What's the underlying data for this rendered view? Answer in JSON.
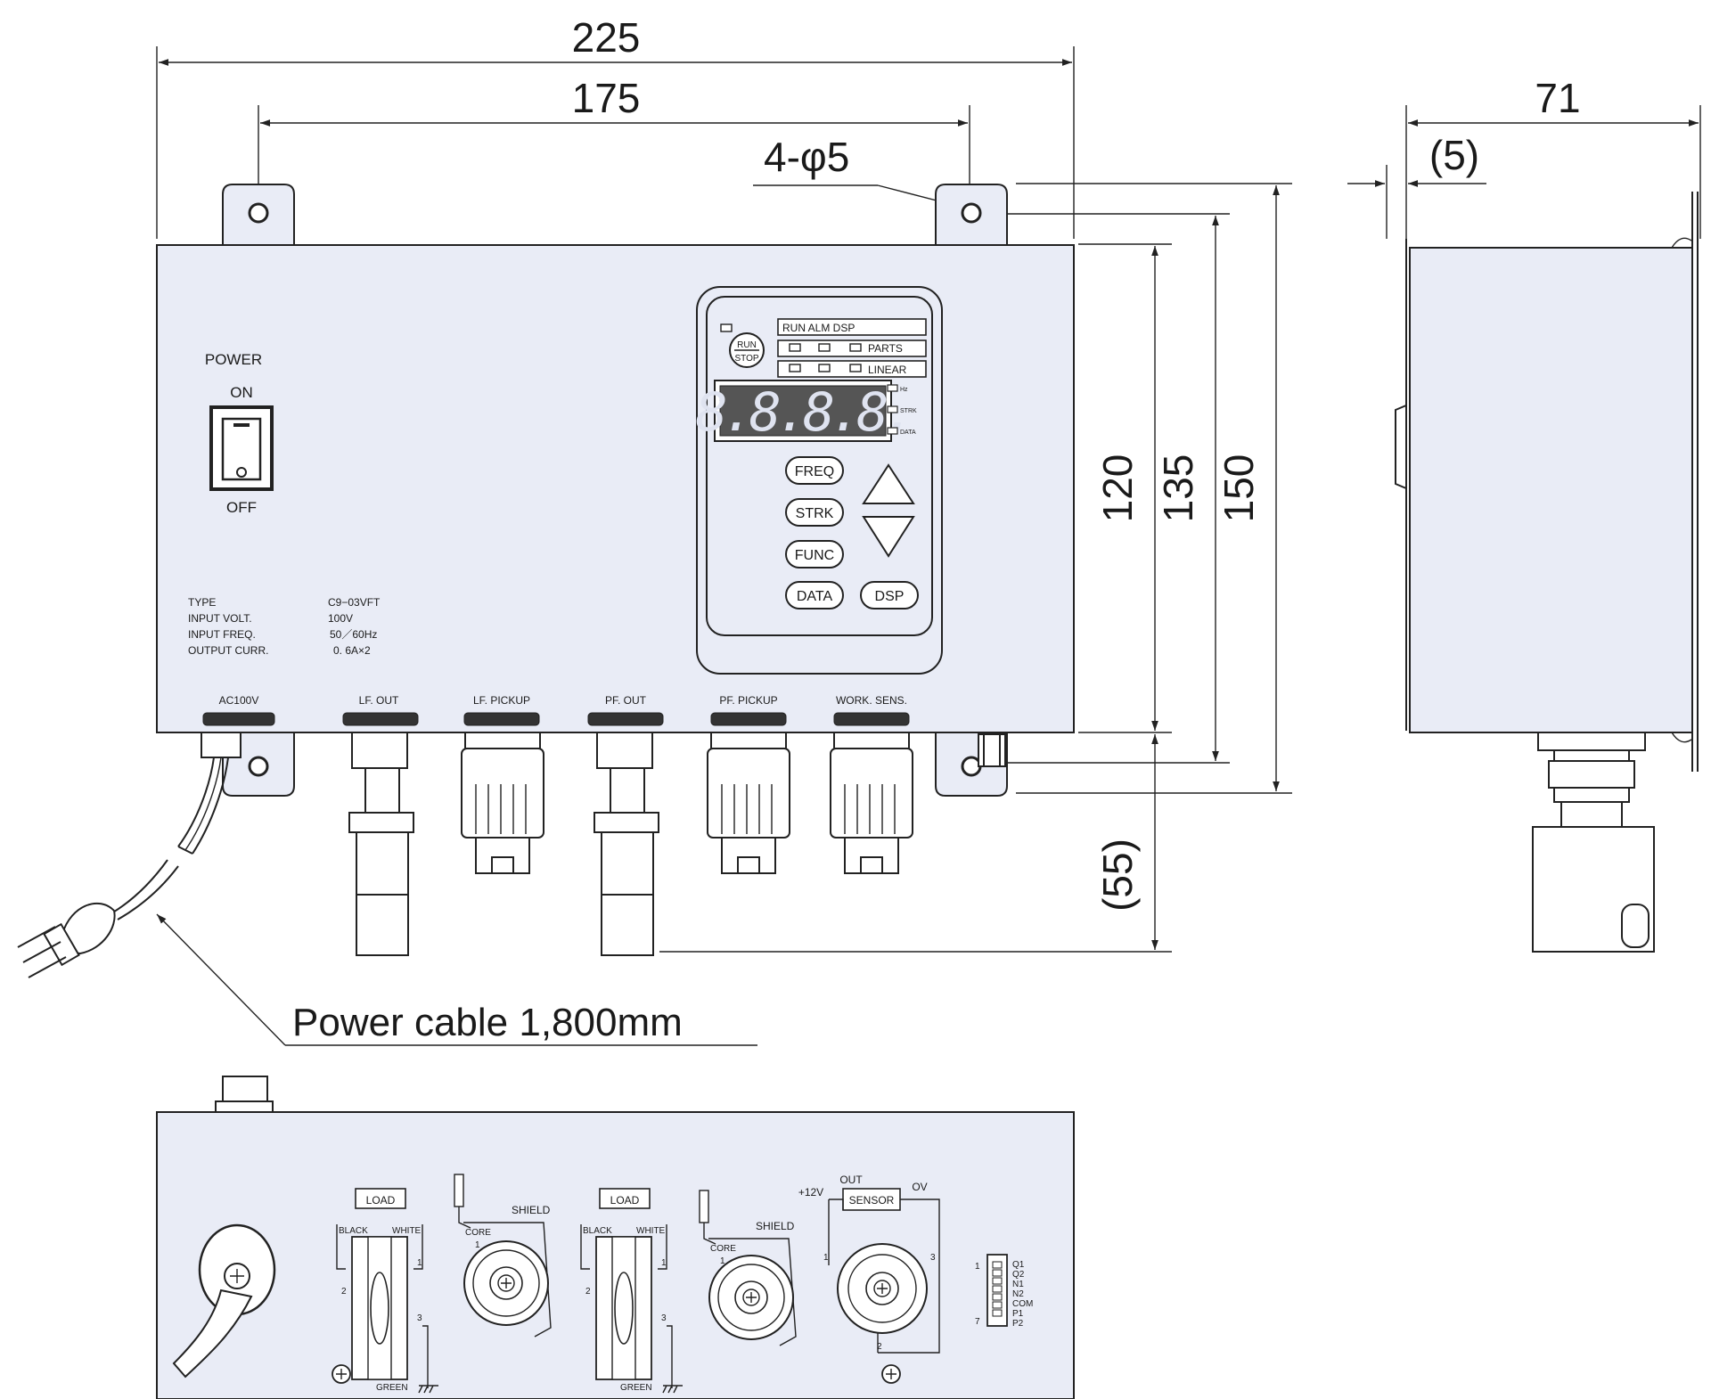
{
  "dimensions": {
    "width_total": "225",
    "width_holes": "175",
    "holes": "4-φ5",
    "depth": "71",
    "offset": "(5)",
    "h120": "120",
    "h135": "135",
    "h150": "150",
    "h55": "(55)"
  },
  "callout": {
    "power_cable": "Power cable 1,800mm"
  },
  "front": {
    "power_label": "POWER",
    "on_label": "ON",
    "off_label": "OFF",
    "spec": {
      "type_label": "TYPE",
      "type_value": "C9−03VFT",
      "volt_label": "INPUT   VOLT.",
      "volt_value": "100V",
      "freq_label": "INPUT   FREQ.",
      "freq_value": "50／60Hz",
      "curr_label": "OUTPUT   CURR.",
      "curr_value": "0. 6A×2"
    },
    "connectors": [
      "AC100V",
      "LF. OUT",
      "LF. PICKUP",
      "PF. OUT",
      "PF. PICKUP",
      "WORK. SENS."
    ]
  },
  "control_panel": {
    "run_label": "RUN",
    "stop_label": "STOP",
    "header": "RUN  ALM  DSP",
    "parts": "PARTS",
    "linear": "LINEAR",
    "display_digits": "8.8.8.8.",
    "unit_hz": "Hz",
    "unit_strk": "STRK",
    "unit_data": "DATA",
    "keys": {
      "freq": "FREQ",
      "strk": "STRK",
      "func": "FUNC",
      "data": "DATA",
      "dsp": "DSP"
    }
  },
  "bottom": {
    "load": "LOAD",
    "black": "BLACK",
    "white": "WHITE",
    "green": "GREEN",
    "core": "CORE",
    "shield": "SHIELD",
    "sensor": "SENSOR",
    "out": "OUT",
    "ov": "OV",
    "plus12v": "+12V",
    "pin1": "1",
    "pin2": "2",
    "pin3": "3",
    "pin7": "7",
    "terminals": [
      "Q1",
      "Q2",
      "N1",
      "N2",
      "COM",
      "P1",
      "P2"
    ]
  }
}
